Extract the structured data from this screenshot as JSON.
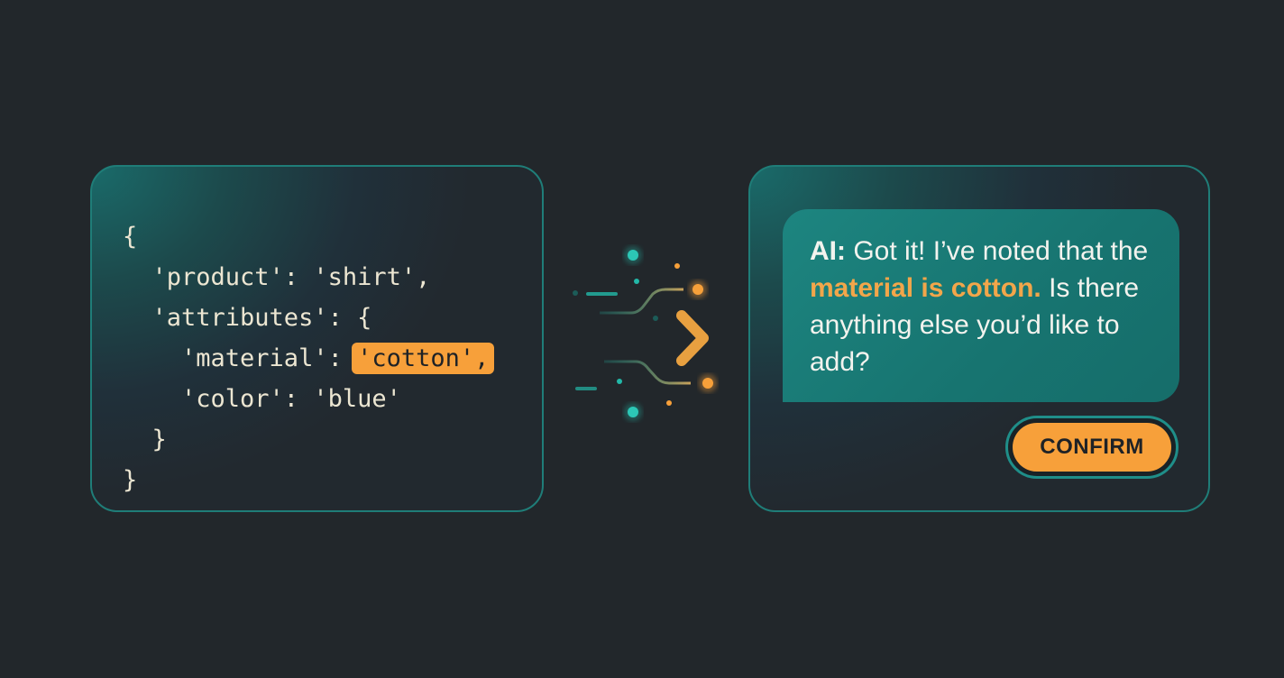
{
  "code_panel": {
    "lines": [
      "{",
      "  'product': 'shirt',",
      "  'attributes': {",
      "    'material': ",
      "    'color': 'blue'",
      "  }",
      "}"
    ],
    "highlight": "'cotton',"
  },
  "transition": {
    "icon": "arrow-right-icon",
    "colors": {
      "teal": "#22b8a8",
      "orange": "#f7a03a"
    }
  },
  "chat_panel": {
    "message": {
      "speaker": "AI:",
      "text_before": " Got it! I’ve noted that the ",
      "highlight": "material is cotton.",
      "text_after": " Is there anything else you’d like to add?"
    },
    "confirm_label": "CONFIRM"
  },
  "colors": {
    "background": "#22272b",
    "panel_border": "#1f7d78",
    "accent_orange": "#f7a03a",
    "bubble_teal": "#177470"
  }
}
